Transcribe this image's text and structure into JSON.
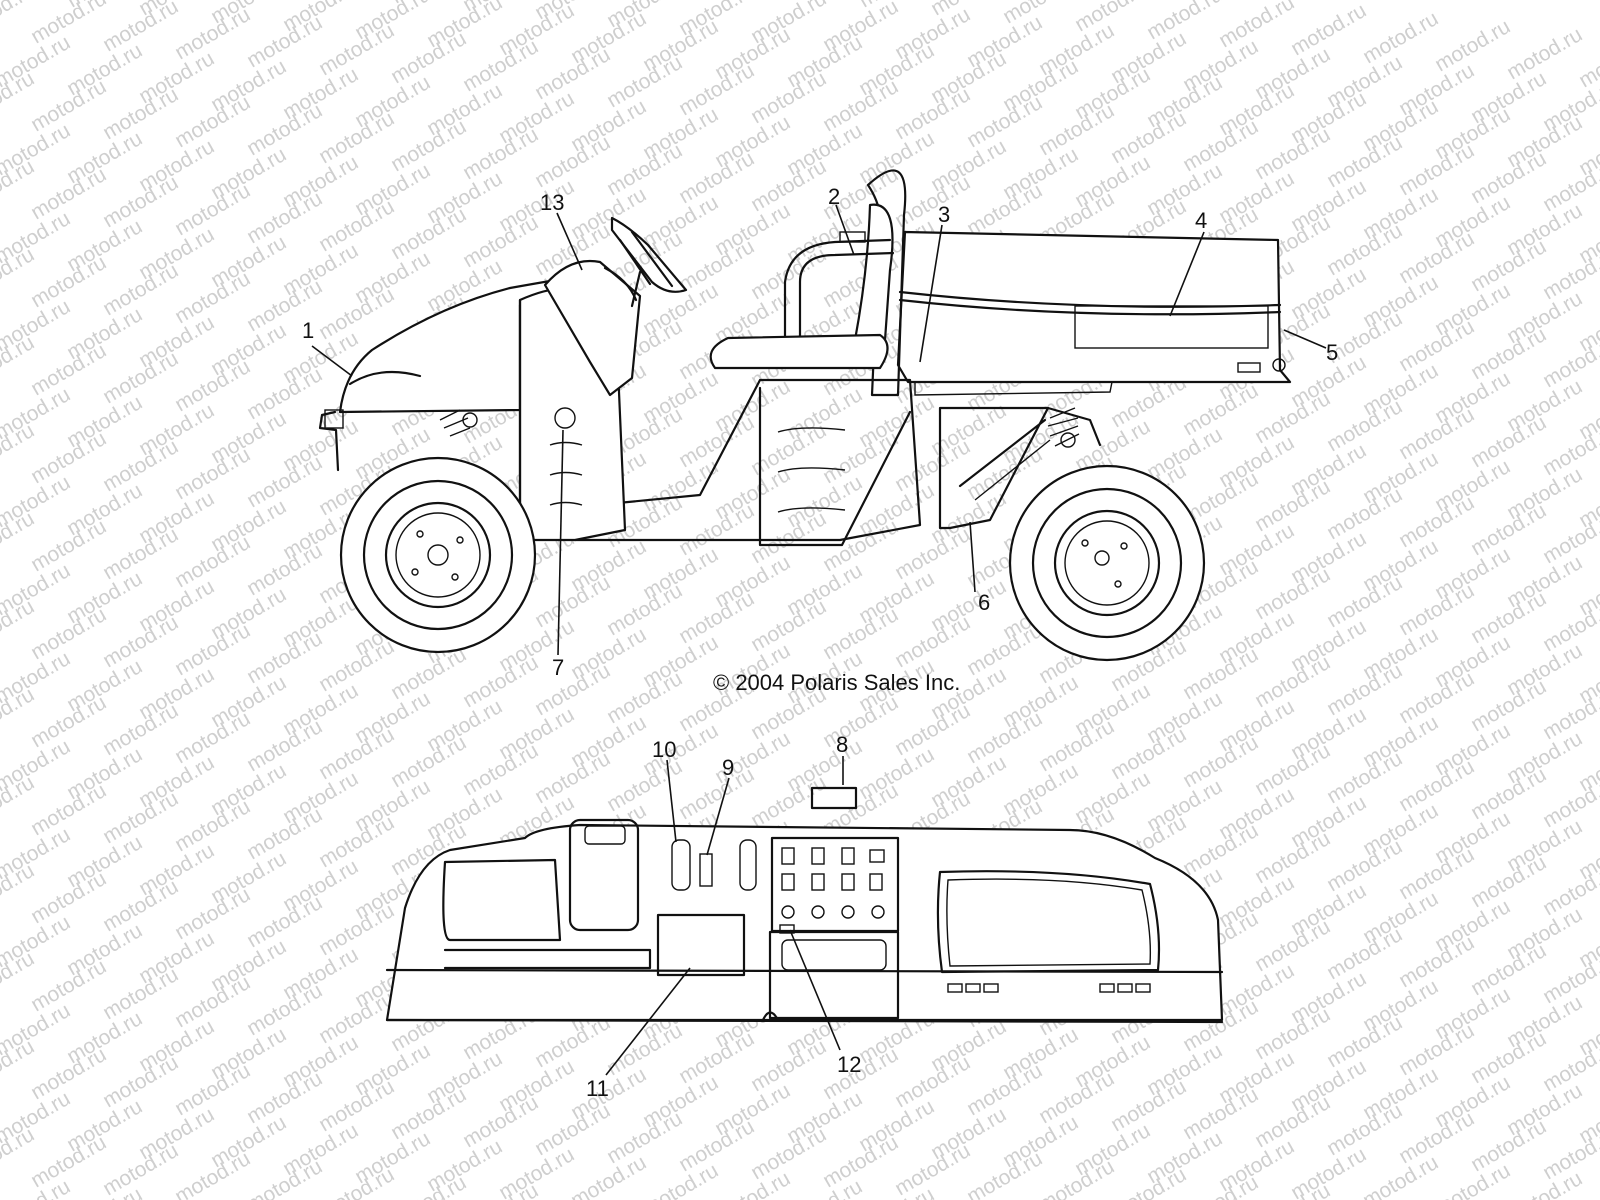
{
  "watermark": "motod.ru",
  "copyright": "© 2004 Polaris Sales Inc.",
  "callouts": [
    "1",
    "2",
    "3",
    "4",
    "5",
    "6",
    "7",
    "8",
    "9",
    "10",
    "11",
    "12",
    "13"
  ],
  "vehicle_view": {
    "name": "side-view"
  },
  "dash_view": {
    "name": "dashboard-view"
  }
}
